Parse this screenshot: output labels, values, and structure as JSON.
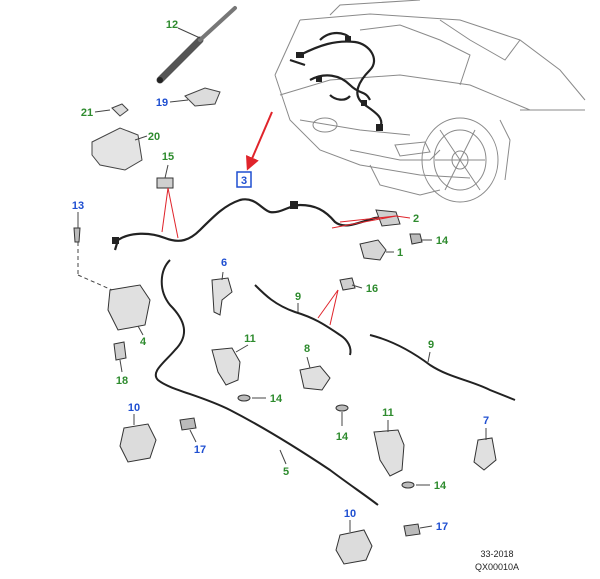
{
  "colors": {
    "callout_blue": "#1f4fd1",
    "callout_green": "#2e8b2e",
    "leader_red": "#e0242b",
    "line_dark": "#222222",
    "part_gray": "#cfcfcf",
    "car_stroke": "#8a8a8a"
  },
  "callouts": [
    {
      "id": "c12",
      "label": "12",
      "color": "green"
    },
    {
      "id": "c19",
      "label": "19",
      "color": "blue"
    },
    {
      "id": "c21",
      "label": "21",
      "color": "green"
    },
    {
      "id": "c20",
      "label": "20",
      "color": "green"
    },
    {
      "id": "c15",
      "label": "15",
      "color": "green"
    },
    {
      "id": "c13",
      "label": "13",
      "color": "blue"
    },
    {
      "id": "c2",
      "label": "2",
      "color": "green"
    },
    {
      "id": "c14a",
      "label": "14",
      "color": "green"
    },
    {
      "id": "c1",
      "label": "1",
      "color": "green"
    },
    {
      "id": "c6",
      "label": "6",
      "color": "blue"
    },
    {
      "id": "c16",
      "label": "16",
      "color": "green"
    },
    {
      "id": "c9a",
      "label": "9",
      "color": "green"
    },
    {
      "id": "c4",
      "label": "4",
      "color": "green"
    },
    {
      "id": "c11a",
      "label": "11",
      "color": "green"
    },
    {
      "id": "c8",
      "label": "8",
      "color": "green"
    },
    {
      "id": "c9b",
      "label": "9",
      "color": "green"
    },
    {
      "id": "c18",
      "label": "18",
      "color": "green"
    },
    {
      "id": "c14b",
      "label": "14",
      "color": "green"
    },
    {
      "id": "c10a",
      "label": "10",
      "color": "blue"
    },
    {
      "id": "c14c",
      "label": "14",
      "color": "green"
    },
    {
      "id": "c11b",
      "label": "11",
      "color": "green"
    },
    {
      "id": "c7",
      "label": "7",
      "color": "blue"
    },
    {
      "id": "c17a",
      "label": "17",
      "color": "blue"
    },
    {
      "id": "c5",
      "label": "5",
      "color": "green"
    },
    {
      "id": "c14d",
      "label": "14",
      "color": "green"
    },
    {
      "id": "c10b",
      "label": "10",
      "color": "blue"
    },
    {
      "id": "c17b",
      "label": "17",
      "color": "blue"
    }
  ],
  "ref_box": {
    "label": "3"
  },
  "footer": {
    "line1": "33-2018",
    "line2": "QX00010A"
  }
}
